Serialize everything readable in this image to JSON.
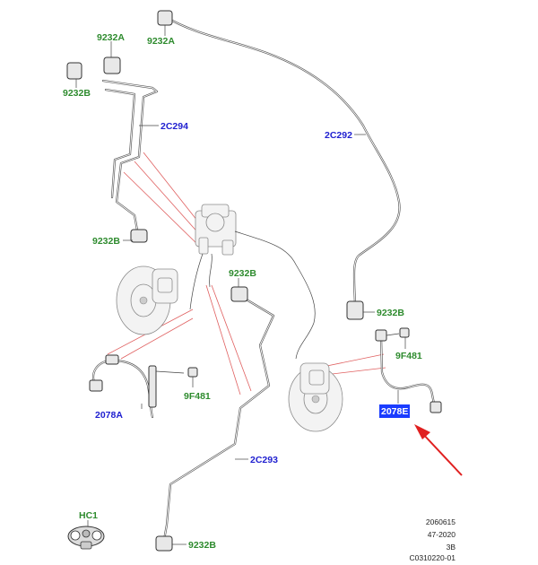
{
  "labels": {
    "l_9232a_1": "9232A",
    "l_9232a_2": "9232A",
    "l_9232b_1": "9232B",
    "l_2c294": "2C294",
    "l_9232b_2": "9232B",
    "l_2c292": "2C292",
    "l_9232b_3": "9232B",
    "l_9232b_4": "9232B",
    "l_9f481_1": "9F481",
    "l_9f481_2": "9F481",
    "l_2078e": "2078E",
    "l_2078a": "2078A",
    "l_2c293": "2C293",
    "l_hc1": "HC1",
    "l_9232b_5": "9232B"
  },
  "reference": {
    "line1": "2060615",
    "line2": "47-2020",
    "line3": "3B",
    "line4": "C0310220-01"
  },
  "colors": {
    "green_label": "#2e8b2e",
    "blue_label": "#2020d0",
    "highlight_bg": "#1a3cff",
    "arrow_red": "#e02020"
  }
}
